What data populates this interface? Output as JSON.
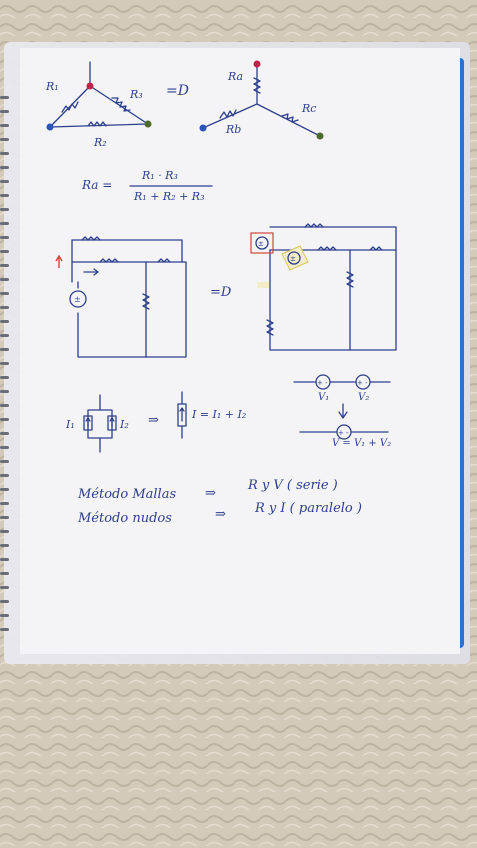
{
  "colors": {
    "ink": "#2d3f8c",
    "paper": "#f4f3f6",
    "fabric": "#cfc6b6",
    "node_red": "#c0234a",
    "node_blue": "#2a54b8",
    "node_green": "#4b6b2a",
    "highlight_red": "#d4453a",
    "highlight_yellow": "#d6c85a",
    "binder_blue": "#2f6fd0"
  },
  "notes": {
    "delta": {
      "r1": "R₁",
      "r2": "R₂",
      "r3": "R₃"
    },
    "arrow_equiv": "=D",
    "star": {
      "ra": "Ra",
      "rb": "Rb",
      "rc": "Rc"
    },
    "formula": {
      "lhs": "Ra =",
      "numerator": "R₁ · R₃",
      "denominator": "R₁ + R₂ + R₃"
    },
    "circuit_equiv": "=D",
    "current_sources": {
      "i1": "I₁",
      "i2": "I₂",
      "arrow": "⇒",
      "result": "I = I₁ + I₂"
    },
    "voltage_sources": {
      "v1": "V₁",
      "v2": "V₂",
      "result": "V = V₁ + V₂"
    },
    "methods": [
      {
        "name": "Método Mallas",
        "arrow": "⇒",
        "rule": "R y V  ( serie )"
      },
      {
        "name": "Método nudos",
        "arrow": "⇒",
        "rule": "R y I  ( paralelo )"
      }
    ]
  }
}
